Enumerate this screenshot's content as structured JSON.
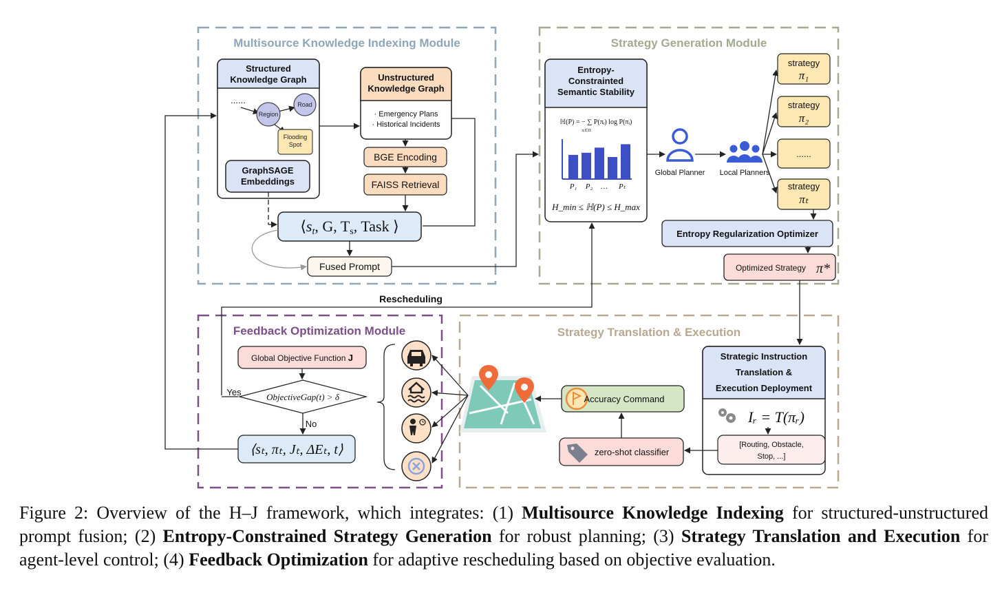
{
  "modules": {
    "indexing": "Multisource Knowledge Indexing Module",
    "strategy": "Strategy Generation Module",
    "feedback": "Feedback Optimization Module",
    "translation": "Strategy Translation & Execution"
  },
  "skg": {
    "title_1": "Structured",
    "title_2": "Knowledge Graph",
    "dots": "......",
    "region": "Region",
    "road": "Road",
    "flooding_1": "Flooding",
    "flooding_2": "Spot"
  },
  "gsage": {
    "line1": "GraphSAGE",
    "line2": "Embeddings"
  },
  "ukg": {
    "title_1": "Unstructured",
    "title_2": "Knowledge Graph",
    "item1": "· Emergency Plans",
    "item2": "· Historical Incidents"
  },
  "bge": "BGE Encoding",
  "faiss": "FAISS Retrieval",
  "tuple1": {
    "s": "s",
    "sub_t": "t",
    "rest": ", G,  T",
    "sub_s": "s",
    "task": ",  Task "
  },
  "fused": "Fused Prompt",
  "entropy": {
    "title_1": "Entropy-",
    "title_2": "Constrainted",
    "title_3": "Semantic Stability",
    "formula": "ℍ(P) = −",
    "sum_sub": "πᵢ∈Π",
    "formula_rest": "P(πᵢ) log P(πᵢ)",
    "bars": [
      0.55,
      0.6,
      0.72,
      0.5,
      0.8
    ],
    "bar_labels": [
      "P₁",
      "P₂",
      "…",
      "Pₜ"
    ],
    "constraint": "H_min ≤ ℍ(P) ≤ H_max"
  },
  "planners": {
    "global": "Global Planner",
    "local": "Local Planners"
  },
  "strategies": {
    "word": "strategy",
    "pi1": "π₁",
    "pi2": "π₂",
    "dots": "......",
    "pit": "πₜ"
  },
  "ero": "Entropy Regularization Optimizer",
  "optimized": {
    "label": "Optimized Strategy",
    "pi": "π*"
  },
  "rescheduling": "Rescheduling",
  "gof": {
    "label": "Global Objective Function",
    "j": "J"
  },
  "decision": {
    "text": "ObjectiveGap(t) > δ",
    "yes": "Yes",
    "no": "No"
  },
  "tuple2": "⟨sₜ, πₜ, Jₜ, ΔEₜ, t⟩",
  "sit": {
    "line1": "Strategic Instruction",
    "line2": "Translation &",
    "line3": "Execution Deployment",
    "formula": "Iᵣ = T(πᵣ)",
    "list1": "[Routing, Obstacle,",
    "list2": "Stop, ...]"
  },
  "accuracy": "Accuracy Command",
  "zeroshot": "zero-shot classifier",
  "colors": {
    "indexing_border": "#8fa6b6",
    "strategy_border": "#a2ab90",
    "feedback_border": "#7c4f88",
    "translation_border": "#b9a88f",
    "blue_fill": "#dbe3f7",
    "orange_fill": "#fbdcbf",
    "pink_fill": "#fbdcd9",
    "green_fill": "#d5e6c5",
    "yellow_fill": "#fde7b3",
    "bar_blue": "#3c4fc4"
  },
  "caption": {
    "prefix": "Figure 2: Overview of the H–J framework, which integrates: (1) ",
    "b1": "Multisource Knowledge Indexing",
    "t1": " for structured-unstructured prompt fusion; (2) ",
    "b2": "Entropy-Constrained Strategy Generation",
    "t2": " for robust planning; (3) ",
    "b3": "Strategy Translation and Execution",
    "t3": " for agent-level control; (4) ",
    "b4": "Feedback Optimization",
    "t4": " for adaptive rescheduling based on objective evaluation."
  }
}
